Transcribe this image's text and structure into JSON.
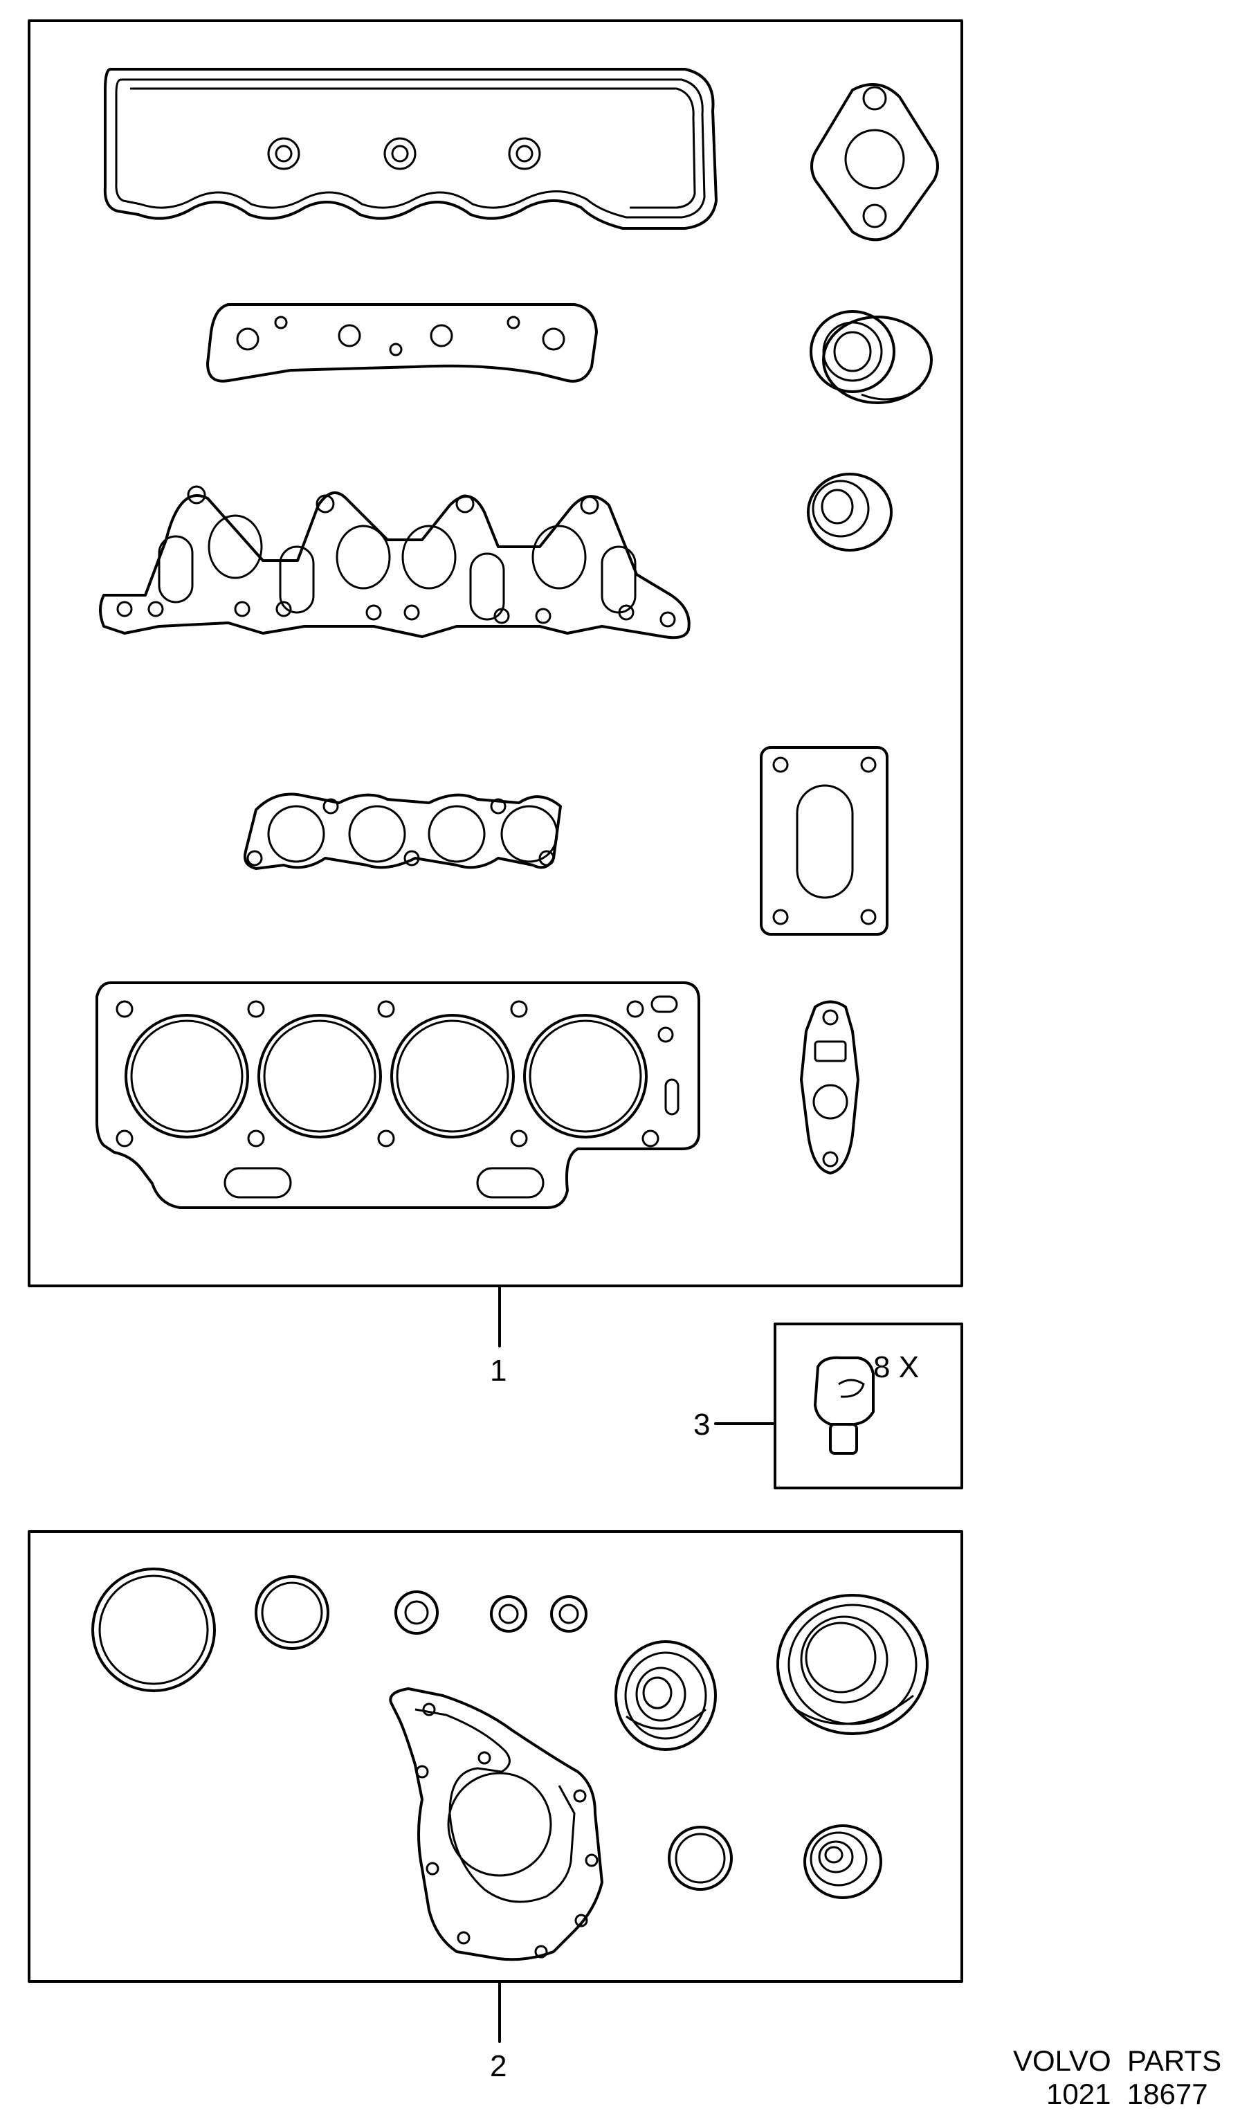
{
  "callouts": {
    "kit_1": "1",
    "kit_2": "2",
    "item_3": "3",
    "quantity_3": "8 X"
  },
  "footer": {
    "brand": "VOLVO  PARTS",
    "code": "1021  18677"
  }
}
